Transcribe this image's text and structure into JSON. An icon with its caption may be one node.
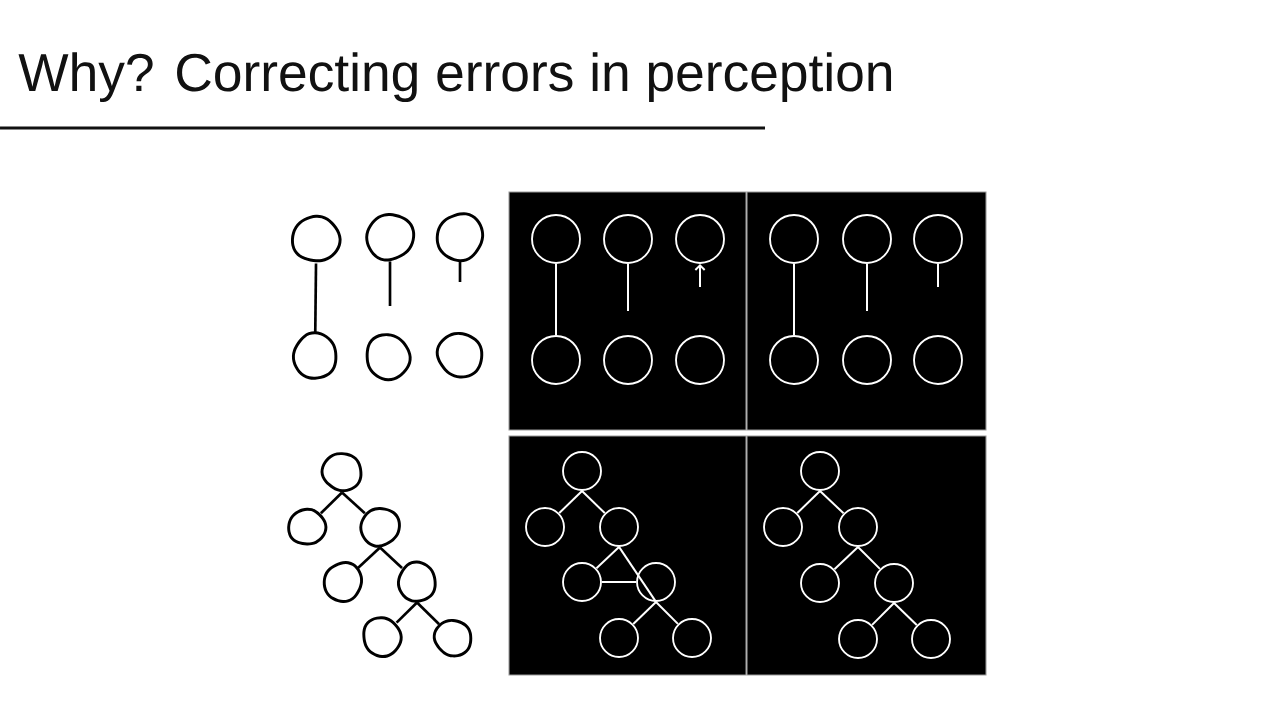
{
  "diagram": {
    "title": "Why? Correcting errors in perception",
    "nodes": [
      {
        "text": [],
        "shape": "circle"
      },
      {
        "text": [],
        "shape": "circle"
      },
      {
        "text": [],
        "shape": "circle"
      },
      {
        "text": [],
        "shape": "circle"
      },
      {
        "text": [],
        "shape": "circle"
      },
      {
        "text": [],
        "shape": "circle"
      },
      {
        "text": [],
        "shape": "circle"
      },
      {
        "text": [],
        "shape": "circle"
      },
      {
        "text": [],
        "shape": "circle"
      },
      {
        "text": [],
        "shape": "circle"
      },
      {
        "text": [],
        "shape": "circle"
      },
      {
        "text": [],
        "shape": "circle"
      },
      {
        "text": [],
        "shape": "circle"
      },
      {
        "text": [],
        "shape": "circle"
      },
      {
        "text": [],
        "shape": "circle"
      },
      {
        "text": [],
        "shape": "circle"
      },
      {
        "text": [],
        "shape": "circle"
      },
      {
        "text": [],
        "shape": "circle"
      },
      {
        "text": [],
        "shape": "circle"
      },
      {
        "text": [],
        "shape": "circle"
      },
      {
        "text": [],
        "shape": "circle"
      },
      {
        "text": [],
        "shape": "circle"
      },
      {
        "text": [],
        "shape": "circle"
      },
      {
        "text": [],
        "shape": "circle"
      },
      {
        "text": [],
        "shape": "circle"
      },
      {
        "text": [],
        "shape": "circle"
      },
      {
        "text": [],
        "shape": "circle"
      },
      {
        "text": [],
        "shape": "circle"
      },
      {
        "text": [],
        "shape": "circle"
      },
      {
        "text": [],
        "shape": "circle"
      },
      {
        "text": [],
        "shape": "circle"
      },
      {
        "text": [],
        "shape": "circle"
      },
      {
        "text": [],
        "shape": "circle"
      },
      {
        "text": [],
        "shape": "circle"
      },
      {
        "text": [],
        "shape": "circle"
      },
      {
        "text": [],
        "shape": "circle"
      },
      {
        "text": [],
        "shape": "circle"
      },
      {
        "text": [],
        "shape": "circle"
      },
      {
        "text": [],
        "shape": "circle"
      }
    ],
    "edges": [
      {
        "from": 0,
        "to": 3,
        "arrow": "none",
        "color": "#000000"
      },
      {
        "from": 1,
        "to": null,
        "arrow": "none",
        "color": "#000000"
      },
      {
        "from": 2,
        "to": null,
        "arrow": "none",
        "color": "#000000"
      },
      {
        "from": 6,
        "to": 9,
        "arrow": "none"
      },
      {
        "from": 7,
        "to": null,
        "arrow": "none"
      },
      {
        "from": null,
        "to": 8,
        "arrow": "to"
      },
      {
        "from": 12,
        "to": 15,
        "arrow": "none"
      },
      {
        "from": 13,
        "to": null,
        "arrow": "none"
      },
      {
        "from": 14,
        "to": null,
        "arrow": "none"
      },
      {
        "from": 18,
        "to": 19,
        "arrow": "none",
        "color": "#000000"
      },
      {
        "from": 18,
        "to": 20,
        "arrow": "none",
        "color": "#000000"
      },
      {
        "from": 20,
        "to": 21,
        "arrow": "none",
        "color": "#000000"
      },
      {
        "from": 20,
        "to": 22,
        "arrow": "none",
        "color": "#000000"
      },
      {
        "from": 22,
        "to": 23,
        "arrow": "none",
        "color": "#000000"
      },
      {
        "from": 22,
        "to": 24,
        "arrow": "none",
        "color": "#000000"
      },
      {
        "from": 25,
        "to": 26,
        "arrow": "none"
      },
      {
        "from": 25,
        "to": 27,
        "arrow": "none"
      },
      {
        "from": 27,
        "to": 28,
        "arrow": "none"
      },
      {
        "from": 27,
        "to": 29,
        "arrow": "none"
      },
      {
        "from": 28,
        "to": 29,
        "arrow": "none"
      },
      {
        "from": 29,
        "to": 30,
        "arrow": "none"
      },
      {
        "from": 29,
        "to": 31,
        "arrow": "none"
      },
      {
        "from": 32,
        "to": 33,
        "arrow": "none"
      },
      {
        "from": 32,
        "to": 34,
        "arrow": "none"
      },
      {
        "from": 34,
        "to": 35,
        "arrow": "none"
      },
      {
        "from": 34,
        "to": 36,
        "arrow": "none"
      },
      {
        "from": 36,
        "to": 37,
        "arrow": "none"
      },
      {
        "from": 36,
        "to": 38,
        "arrow": "none"
      }
    ]
  }
}
